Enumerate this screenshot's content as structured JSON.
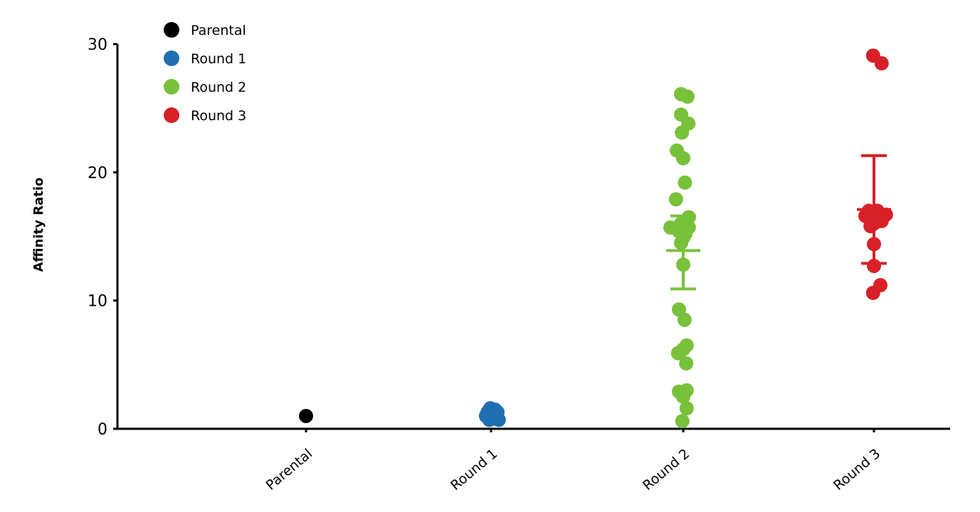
{
  "chart_data": {
    "type": "scatter",
    "title": "",
    "xlabel": "",
    "ylabel": "Affinity Ratio",
    "ylim": [
      0,
      30
    ],
    "yticks": [
      "0",
      "10",
      "20",
      "30"
    ],
    "categories": [
      "Parental",
      "Round 1",
      "Round 2",
      "Round 3"
    ],
    "legend_position": "top-left",
    "grid": false,
    "series": [
      {
        "name": "Parental",
        "category": "Parental",
        "color": "#000000",
        "points": [
          [
            0,
            1.0
          ]
        ]
      },
      {
        "name": "Round 1",
        "category": "Round 1",
        "color": "#1f6fb2",
        "points": [
          [
            -0.12,
            1.0
          ],
          [
            -0.08,
            1.3
          ],
          [
            -0.04,
            0.7
          ],
          [
            -0.02,
            1.6
          ],
          [
            0.02,
            1.1
          ],
          [
            0.05,
            0.8
          ],
          [
            0.09,
            1.5
          ],
          [
            0.12,
            0.9
          ],
          [
            0.15,
            1.3
          ],
          [
            0.18,
            0.7
          ],
          [
            0.0,
            0.9
          ]
        ]
      },
      {
        "name": "Round 2",
        "category": "Round 2",
        "color": "#78c13a",
        "points": [
          [
            -0.05,
            26.1
          ],
          [
            0.1,
            25.9
          ],
          [
            -0.05,
            24.5
          ],
          [
            0.12,
            23.8
          ],
          [
            -0.03,
            23.1
          ],
          [
            -0.15,
            21.7
          ],
          [
            0.0,
            21.1
          ],
          [
            0.04,
            19.2
          ],
          [
            -0.17,
            17.9
          ],
          [
            0.13,
            16.5
          ],
          [
            -0.05,
            16.0
          ],
          [
            -0.3,
            15.7
          ],
          [
            0.13,
            15.7
          ],
          [
            -0.1,
            15.4
          ],
          [
            0.05,
            15.2
          ],
          [
            0.0,
            14.9
          ],
          [
            -0.05,
            14.5
          ],
          [
            0.0,
            12.8
          ],
          [
            -0.1,
            9.3
          ],
          [
            0.03,
            8.5
          ],
          [
            0.08,
            6.5
          ],
          [
            -0.12,
            5.9
          ],
          [
            0.0,
            6.2
          ],
          [
            0.07,
            5.1
          ],
          [
            -0.1,
            2.9
          ],
          [
            0.08,
            3.0
          ],
          [
            0.0,
            2.5
          ],
          [
            0.08,
            1.6
          ],
          [
            -0.02,
            0.6
          ]
        ],
        "mean": 13.9,
        "error_low": 10.9,
        "error_high": 16.6
      },
      {
        "name": "Round 3",
        "category": "Round 3",
        "color": "#d72028",
        "points": [
          [
            -0.02,
            29.1
          ],
          [
            0.18,
            28.5
          ],
          [
            -0.12,
            17.0
          ],
          [
            0.08,
            17.0
          ],
          [
            -0.2,
            16.6
          ],
          [
            -0.1,
            16.4
          ],
          [
            0.28,
            16.7
          ],
          [
            0.18,
            16.2
          ],
          [
            0.0,
            16.0
          ],
          [
            -0.08,
            15.8
          ],
          [
            0.0,
            14.4
          ],
          [
            0.0,
            12.7
          ],
          [
            0.15,
            11.2
          ],
          [
            -0.02,
            10.6
          ]
        ],
        "mean": 17.1,
        "error_low": 12.9,
        "error_high": 21.3
      }
    ]
  }
}
